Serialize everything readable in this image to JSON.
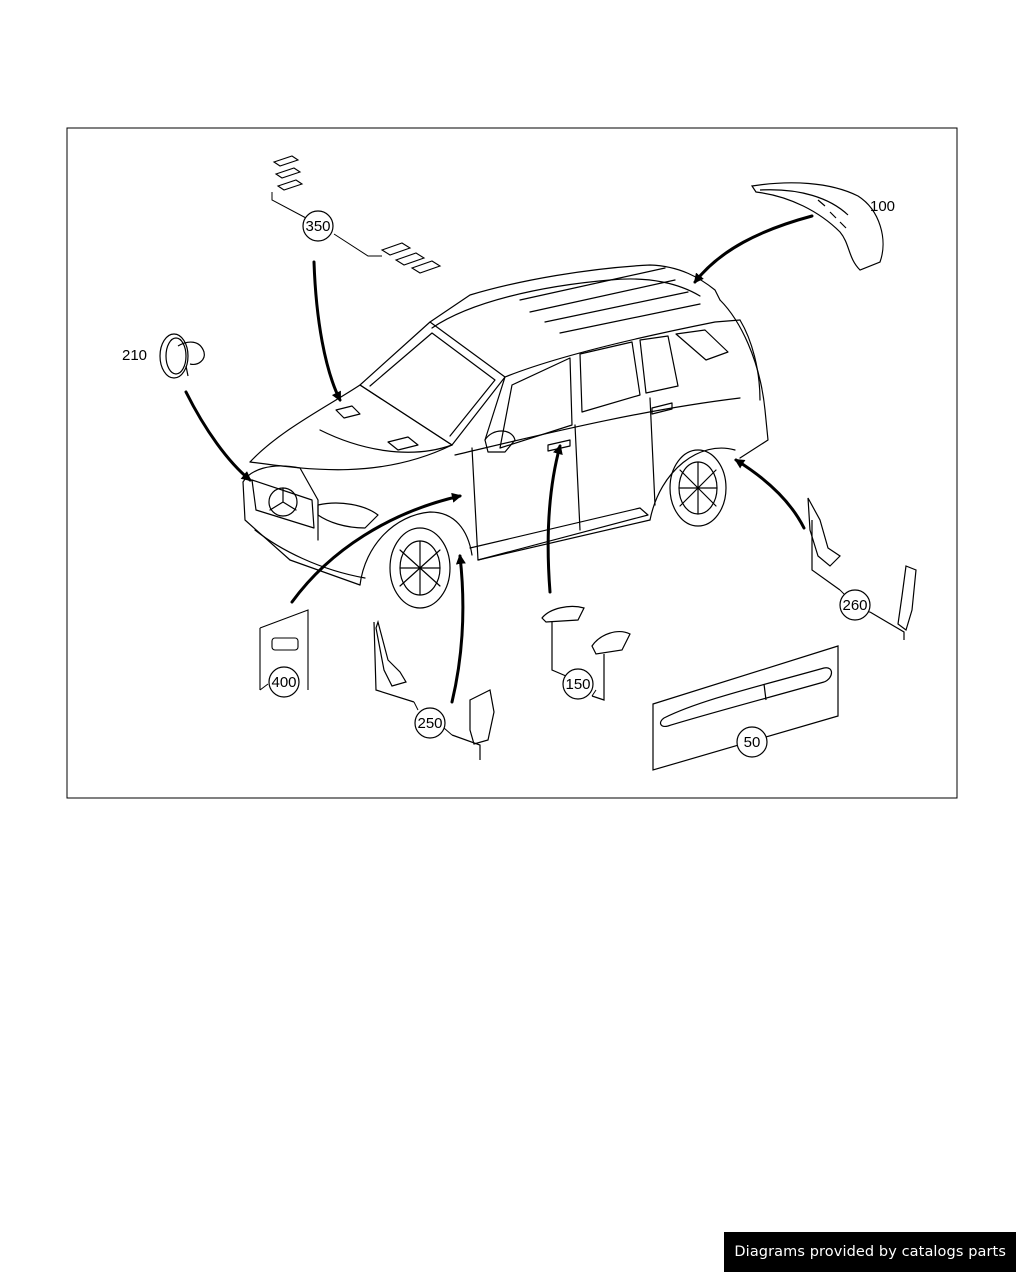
{
  "callouts": {
    "c100": "100",
    "c210": "210",
    "c350": "350",
    "c400": "400",
    "c250": "250",
    "c150": "150",
    "c50": "50",
    "c260": "260"
  },
  "credit": "Diagrams provided by catalogs parts"
}
